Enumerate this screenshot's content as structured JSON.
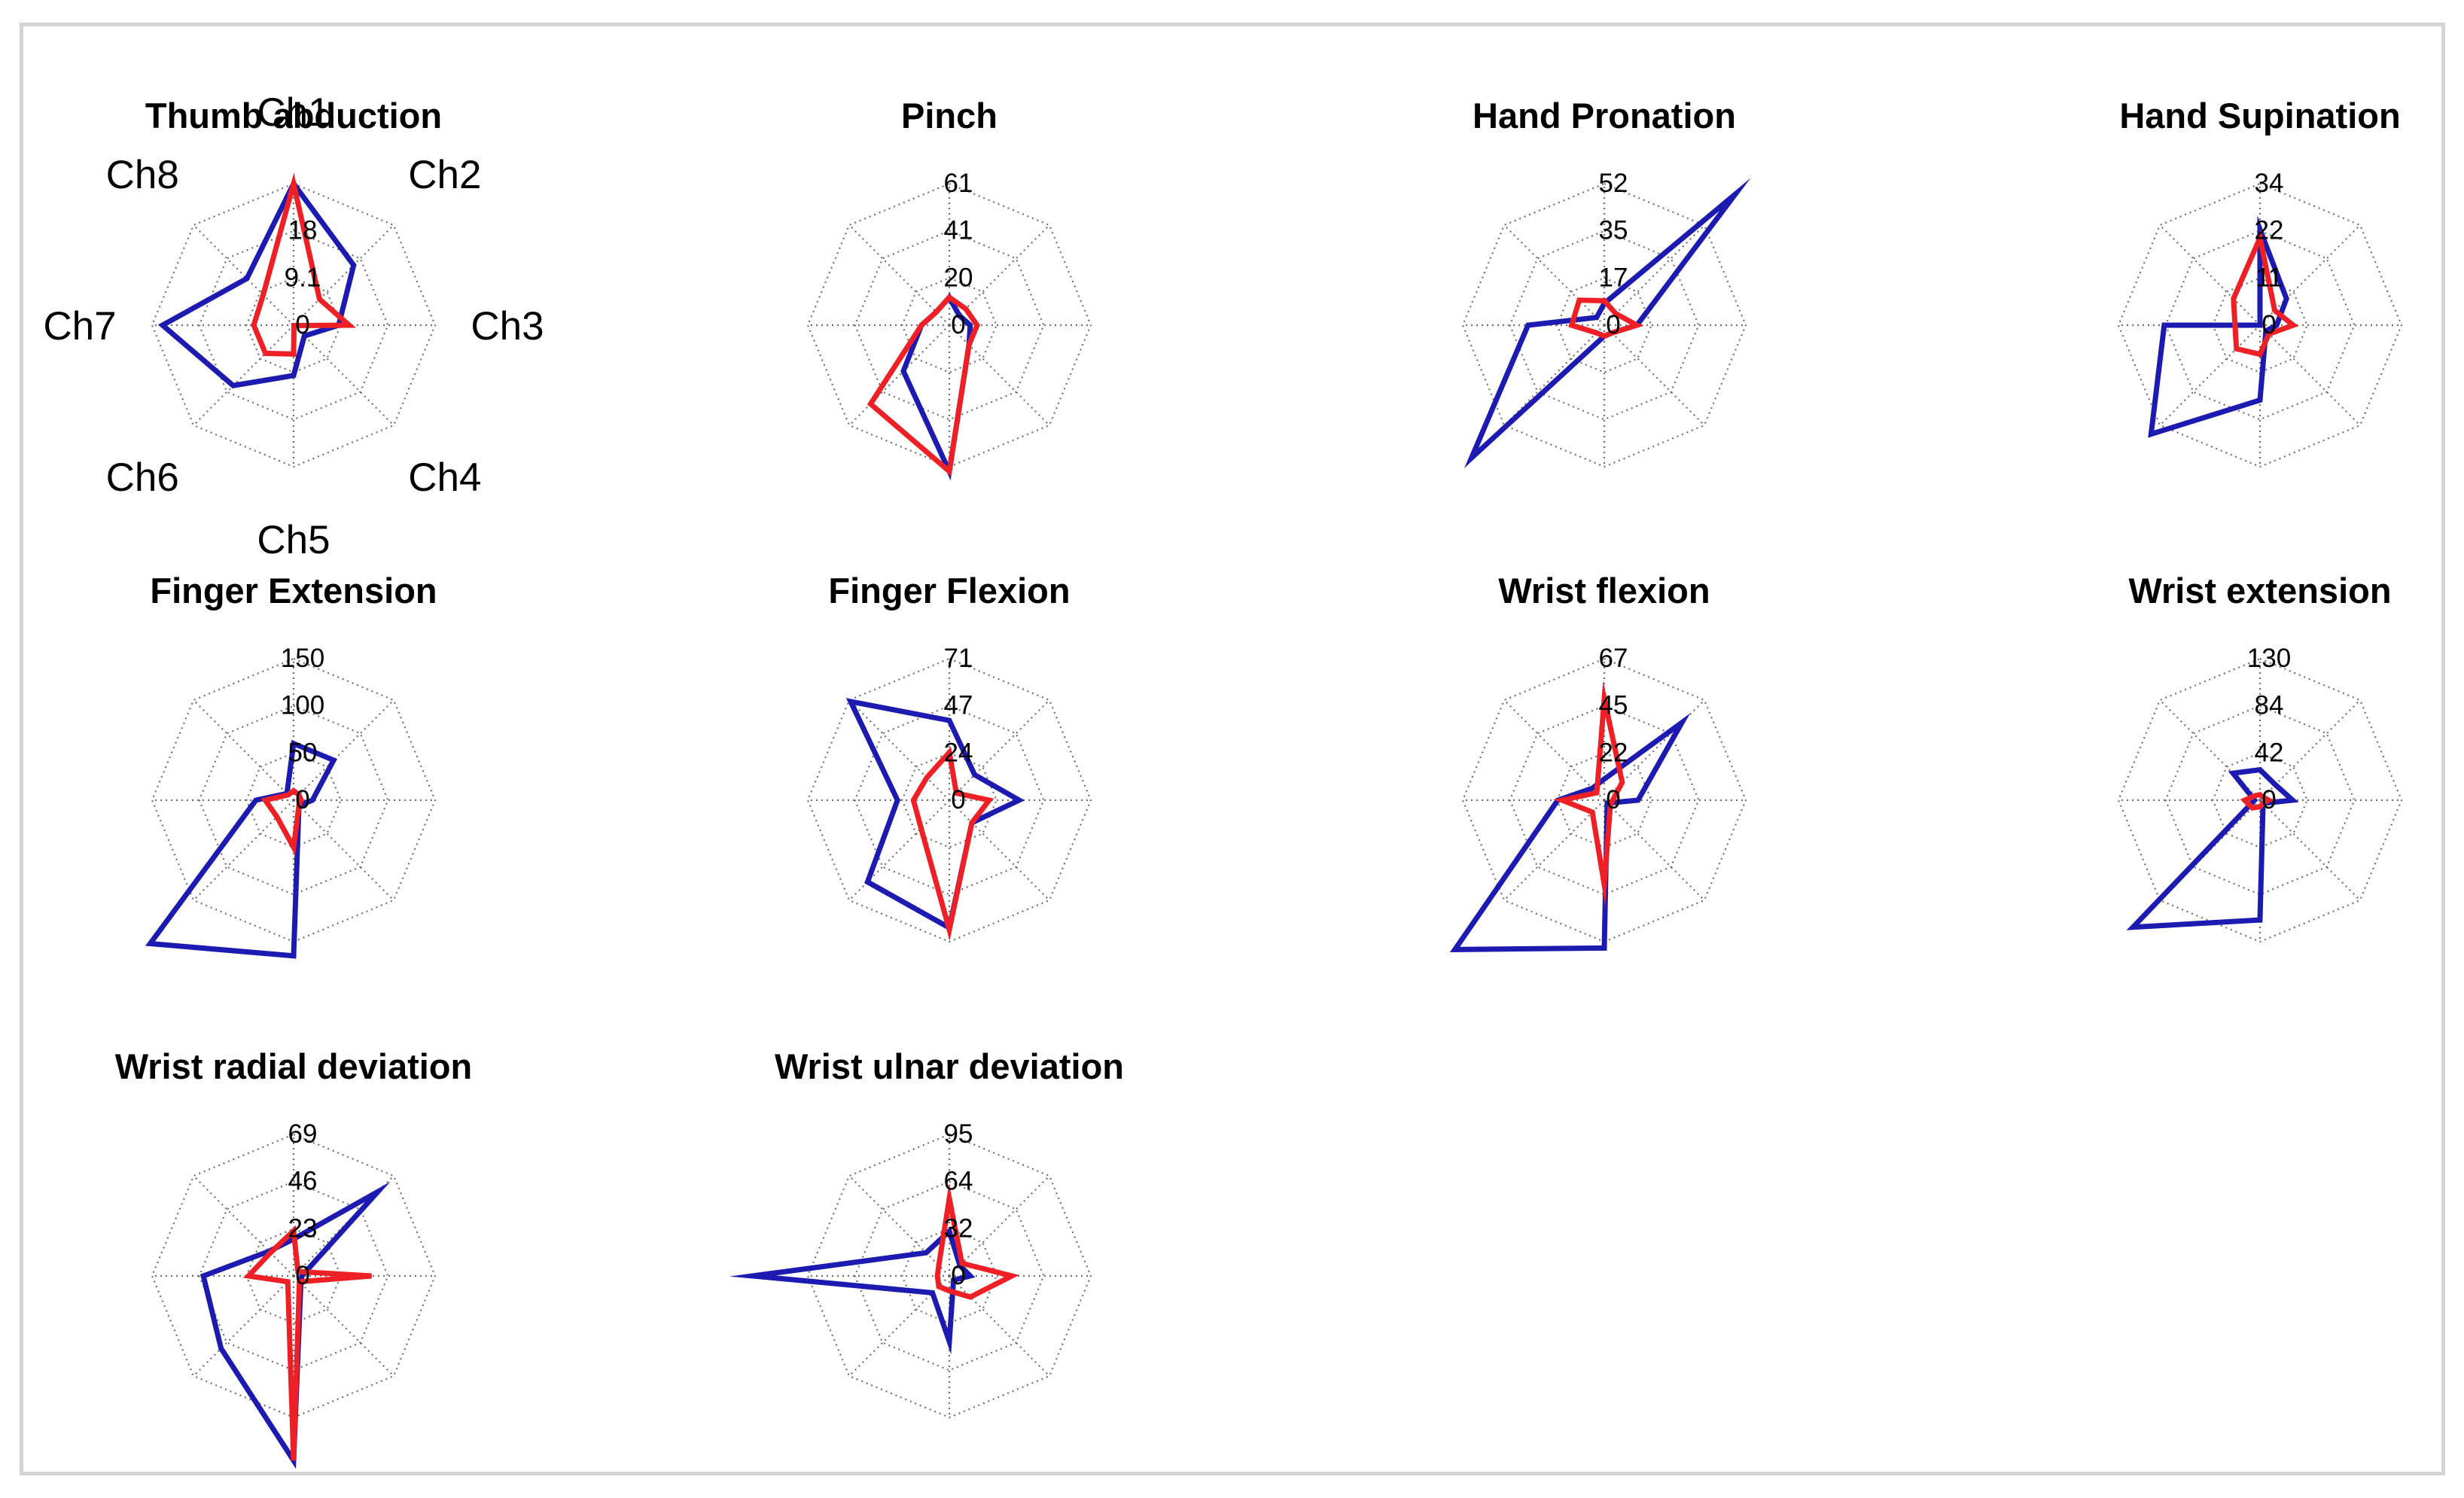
{
  "colors": {
    "series1": "#1c1ab0",
    "series2": "#ee2026",
    "grid": "#6f6f6f",
    "text": "#000000",
    "frame": "#d4d4d4"
  },
  "chart_data": [
    {
      "type": "radar",
      "title": "Thumb abduction",
      "channels": [
        "Ch1",
        "Ch2",
        "Ch3",
        "Ch4",
        "Ch5",
        "Ch6",
        "Ch7",
        "Ch8"
      ],
      "ring_labels": [
        "0",
        "9.1",
        "18"
      ],
      "series": [
        {
          "values": [
            27,
            16.2,
            8.6,
            2.9,
            9.6,
            16.3,
            25,
            12.6
          ]
        },
        {
          "values": [
            27,
            7,
            10.6,
            0.1,
            5.5,
            7.6,
            7.6,
            8.2
          ]
        }
      ]
    },
    {
      "type": "radar",
      "title": "Pinch",
      "channels": [],
      "ring_labels": [
        "0",
        "20",
        "41",
        "61"
      ],
      "series": [
        {
          "values": [
            12,
            6,
            9,
            12,
            63,
            28,
            12,
            8
          ]
        },
        {
          "values": [
            12,
            10,
            12,
            12,
            63,
            48,
            12,
            8
          ]
        }
      ]
    },
    {
      "type": "radar",
      "title": "Hand Pronation",
      "channels": [],
      "ring_labels": [
        "0",
        "17",
        "35",
        "52"
      ],
      "series": [
        {
          "values": [
            8,
            68,
            12,
            4,
            4,
            69,
            28,
            4
          ]
        },
        {
          "values": [
            9,
            6,
            12,
            4,
            4,
            4,
            12,
            13
          ]
        }
      ]
    },
    {
      "type": "radar",
      "title": "Hand Supination",
      "channels": [],
      "ring_labels": [
        "0",
        "11",
        "22",
        "34"
      ],
      "series": [
        {
          "values": [
            23,
            9,
            4,
            2,
            18,
            37,
            23,
            0
          ]
        },
        {
          "values": [
            21,
            5,
            8,
            3,
            7,
            8,
            6,
            9
          ]
        }
      ]
    },
    {
      "type": "radar",
      "title": "Finger Extension",
      "channels": [],
      "ring_labels": [
        "0",
        "50",
        "100",
        "150"
      ],
      "series": [
        {
          "values": [
            60,
            60,
            20,
            8,
            165,
            215,
            40,
            10
          ]
        },
        {
          "values": [
            10,
            8,
            8,
            8,
            50,
            25,
            30,
            8
          ]
        }
      ]
    },
    {
      "type": "radar",
      "title": "Finger Flexion",
      "channels": [],
      "ring_labels": [
        "0",
        "24",
        "47",
        "71"
      ],
      "series": [
        {
          "values": [
            40,
            18,
            35,
            16,
            64,
            58,
            26,
            70
          ]
        },
        {
          "values": [
            24,
            5,
            20,
            16,
            65,
            20,
            18,
            16
          ]
        }
      ]
    },
    {
      "type": "radar",
      "title": "Wrist flexion",
      "channels": [],
      "ring_labels": [
        "0",
        "22",
        "45",
        "67"
      ],
      "series": [
        {
          "values": [
            10,
            52,
            16,
            2,
            70,
            100,
            22,
            8
          ]
        },
        {
          "values": [
            48,
            12,
            4,
            4,
            40,
            8,
            20,
            5
          ]
        }
      ]
    },
    {
      "type": "radar",
      "title": "Wrist extension",
      "channels": [],
      "ring_labels": [
        "0",
        "42",
        "84",
        "130"
      ],
      "series": [
        {
          "values": [
            28,
            20,
            30,
            4,
            110,
            165,
            5,
            35
          ]
        },
        {
          "values": [
            5,
            4,
            8,
            4,
            6,
            10,
            14,
            6
          ]
        }
      ]
    },
    {
      "type": "radar",
      "title": "Wrist radial deviation",
      "channels": [],
      "ring_labels": [
        "0",
        "23",
        "46",
        "69"
      ],
      "series": [
        {
          "values": [
            18,
            58,
            4,
            5,
            90,
            50,
            44,
            17
          ]
        },
        {
          "values": [
            22,
            3,
            38,
            4,
            90,
            4,
            22,
            16
          ]
        }
      ]
    },
    {
      "type": "radar",
      "title": "Wrist ulnar deviation",
      "channels": [],
      "ring_labels": [
        "0",
        "32",
        "64",
        "95"
      ],
      "series": [
        {
          "values": [
            30,
            10,
            14,
            4,
            44,
            16,
            132,
            22
          ]
        },
        {
          "values": [
            52,
            12,
            42,
            20,
            10,
            10,
            8,
            10
          ]
        }
      ]
    }
  ]
}
